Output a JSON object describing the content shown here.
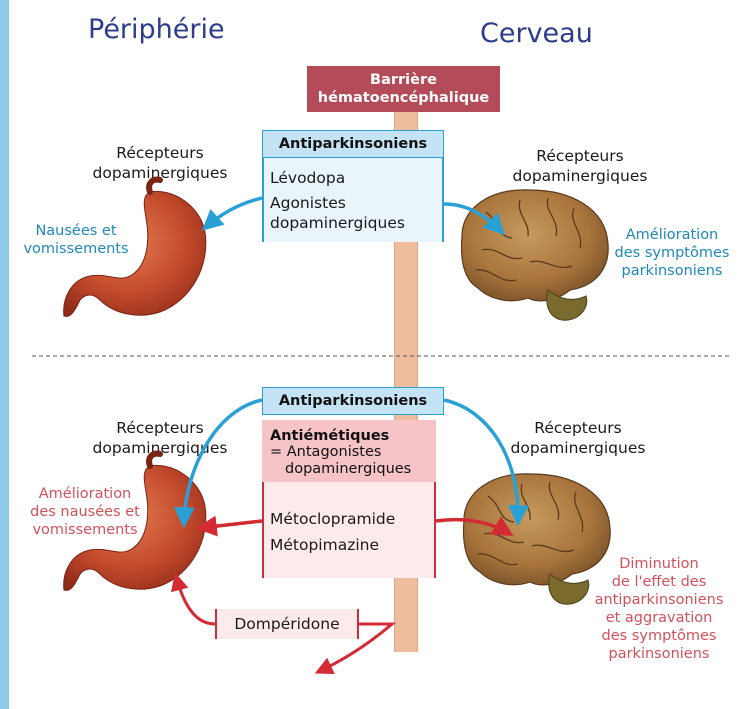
{
  "headings": {
    "left": "Périphérie",
    "right": "Cerveau"
  },
  "barrier": {
    "line1": "Barrière",
    "line2": "hématoencéphalique"
  },
  "top": {
    "receptors_left": [
      "Récepteurs",
      "dopaminergiques"
    ],
    "receptors_right": [
      "Récepteurs",
      "dopaminergiques"
    ],
    "drug_box_title": "Antiparkinsoniens",
    "drug_items": [
      "Lévodopa",
      "Agonistes",
      "dopaminergiques"
    ],
    "effect_left": [
      "Nausées et",
      "vomissements"
    ],
    "effect_right": [
      "Amélioration",
      "des symptômes",
      "parkinsoniens"
    ]
  },
  "bottom": {
    "receptors_left": [
      "Récepteurs",
      "dopaminergiques"
    ],
    "receptors_right": [
      "Récepteurs",
      "dopaminergiques"
    ],
    "antiparkinson_label": "Antiparkinsoniens",
    "antiemetic_title": "Antiémétiques",
    "antiemetic_sub": [
      "= Antagonistes",
      "dopaminergiques"
    ],
    "antiemetic_items": [
      "Métoclopramide",
      "Métopimazine"
    ],
    "domperidone": "Dompéridone",
    "effect_left": [
      "Amélioration",
      "des nausées et",
      "vomissements"
    ],
    "effect_right": [
      "Diminution",
      "de l'effet des",
      "antiparkinsoniens",
      "et aggravation",
      "des symptômes",
      "parkinsoniens"
    ]
  },
  "colors": {
    "blue": "#2aa1d6",
    "red": "#d42a34",
    "barrier": "#b44b59",
    "heading": "#2e3c8c"
  },
  "icons": [
    "stomach-icon",
    "brain-icon"
  ]
}
